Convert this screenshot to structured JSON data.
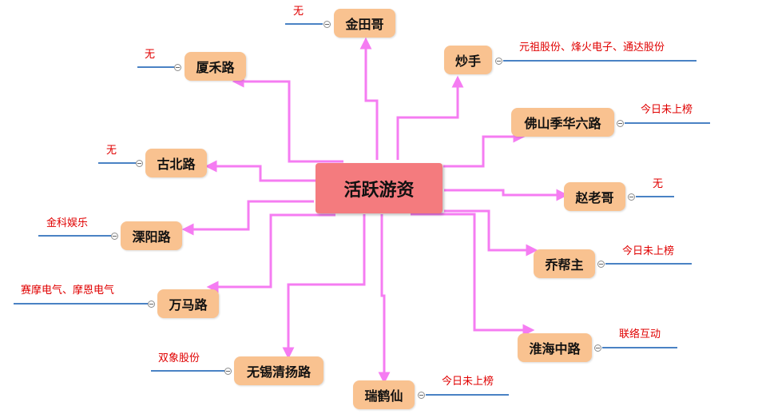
{
  "center": {
    "label": "活跃游资"
  },
  "branches": [
    {
      "id": "jintiange",
      "label": "金田哥",
      "note": "无"
    },
    {
      "id": "xiahelu",
      "label": "厦禾路",
      "note": "无"
    },
    {
      "id": "chaoshou",
      "label": "炒手",
      "note": "元祖股份、烽火电子、通达股份"
    },
    {
      "id": "foshan",
      "label": "佛山季华六路",
      "note": "今日未上榜"
    },
    {
      "id": "gubeilu",
      "label": "古北路",
      "note": "无"
    },
    {
      "id": "zhaolaoge",
      "label": "赵老哥",
      "note": "无"
    },
    {
      "id": "liyanglu",
      "label": "溧阳路",
      "note": "金科娱乐"
    },
    {
      "id": "qiaobangzhu",
      "label": "乔帮主",
      "note": "今日未上榜"
    },
    {
      "id": "wanmalu",
      "label": "万马路",
      "note": "赛摩电气、摩恩电气"
    },
    {
      "id": "huaihai",
      "label": "淮海中路",
      "note": "联络互动"
    },
    {
      "id": "wuxi",
      "label": "无锡清扬路",
      "note": "双象股份"
    },
    {
      "id": "ruihexian",
      "label": "瑞鹤仙",
      "note": "今日未上榜"
    }
  ]
}
